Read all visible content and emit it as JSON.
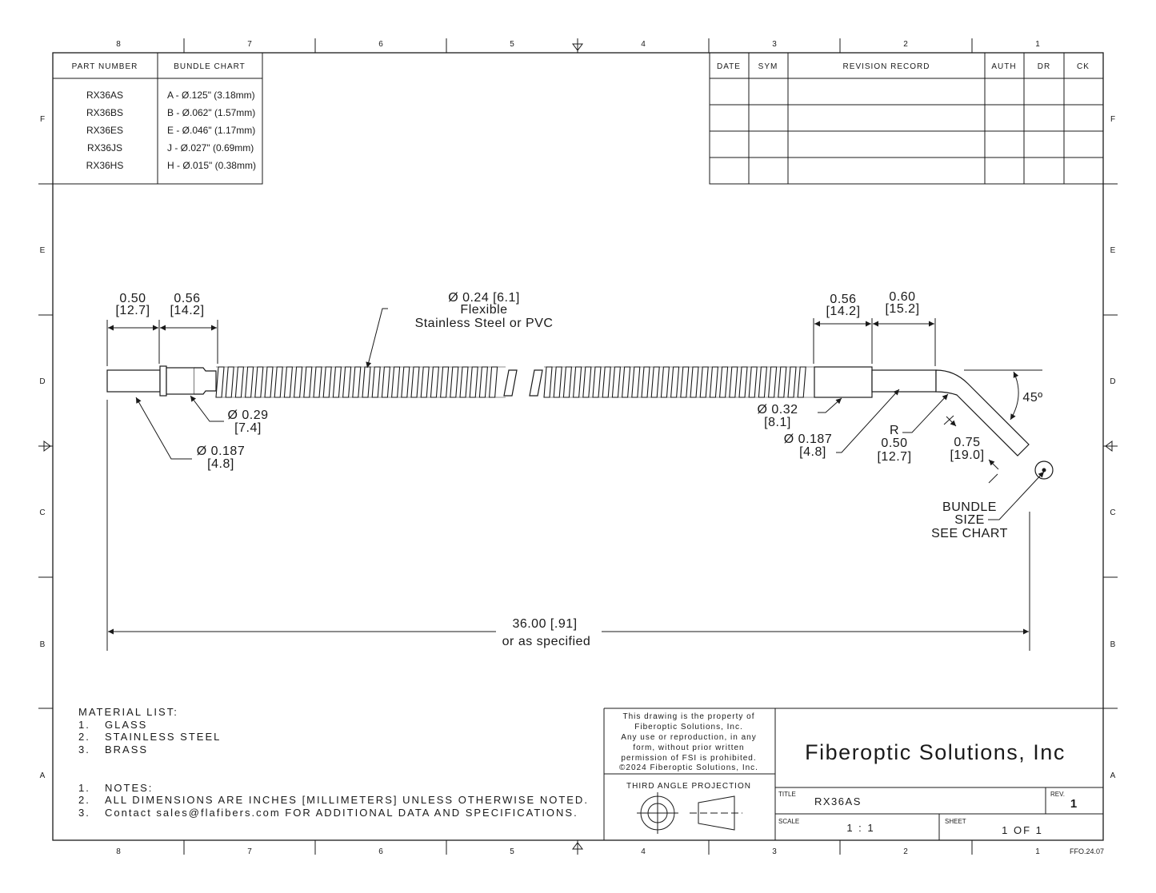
{
  "zones": {
    "columns": [
      "8",
      "7",
      "6",
      "5",
      "4",
      "3",
      "2",
      "1"
    ],
    "rows": [
      "F",
      "E",
      "D",
      "C",
      "B",
      "A"
    ]
  },
  "part_table": {
    "headers": [
      "PART NUMBER",
      "BUNDLE CHART"
    ],
    "rows": [
      [
        "RX36AS",
        "A - Ø.125\" (3.18mm)"
      ],
      [
        "RX36BS",
        "B - Ø.062\" (1.57mm)"
      ],
      [
        "RX36ES",
        "E - Ø.046\" (1.17mm)"
      ],
      [
        "RX36JS",
        "J  - Ø.027\" (0.69mm)"
      ],
      [
        "RX36HS",
        "H - Ø.015\" (0.38mm)"
      ]
    ]
  },
  "revision_table": {
    "headers": [
      "DATE",
      "SYM",
      "REVISION RECORD",
      "AUTH",
      "DR",
      "CK"
    ]
  },
  "dims": {
    "d1_in": "0.50",
    "d1_mm": "[12.7]",
    "d2_in": "0.56",
    "d2_mm": "[14.2]",
    "tube_1": "Ø 0.24 [6.1]",
    "tube_2": "Flexible",
    "tube_3": "Stainless Steel or PVC",
    "d3_in": "0.56",
    "d3_mm": "[14.2]",
    "d4_in": "0.60",
    "d4_mm": "[15.2]",
    "dia029_in": "Ø 0.29",
    "dia029_mm": "[7.4]",
    "dia0187a_in": "Ø 0.187",
    "dia0187a_mm": "[4.8]",
    "dia032_in": "Ø 0.32",
    "dia032_mm": "[8.1]",
    "dia0187b_in": "Ø 0.187",
    "dia0187b_mm": "[4.8]",
    "r_label": "R",
    "r_in": "0.50",
    "r_mm": "[12.7]",
    "tip_in": "0.75",
    "tip_mm": "[19.0]",
    "angle": "45º",
    "bundle_1": "BUNDLE",
    "bundle_2": "SIZE",
    "bundle_3": "SEE CHART",
    "length_1": "36.00 [.91]",
    "length_2": "or as specified"
  },
  "materials": {
    "title": "MATERIAL LIST:",
    "items": [
      {
        "num": "1.",
        "text": "GLASS"
      },
      {
        "num": "2.",
        "text": "STAINLESS STEEL"
      },
      {
        "num": "3.",
        "text": "BRASS"
      }
    ]
  },
  "notes": {
    "items": [
      {
        "num": "1.",
        "text": "NOTES:"
      },
      {
        "num": "2.",
        "text": "ALL DIMENSIONS ARE INCHES [MILLIMETERS] UNLESS OTHERWISE NOTED."
      },
      {
        "num": "3.",
        "text": "Contact sales@flafibers.com FOR ADDITIONAL DATA AND SPECIFICATIONS."
      }
    ]
  },
  "title_block": {
    "property_lines": [
      "This drawing is the property of",
      "Fiberoptic Solutions, Inc.",
      "Any use or reproduction, in any",
      "form, without prior written",
      "permission of FSI is prohibited.",
      "©2024 Fiberoptic Solutions, Inc."
    ],
    "projection": "THIRD ANGLE PROJECTION",
    "company": "Fiberoptic Solutions, Inc",
    "title_label": "TITLE",
    "title_value": "RX36AS",
    "rev_label": "REV.",
    "rev_value": "1",
    "scale_label": "SCALE",
    "scale_value": "1 : 1",
    "sheet_label": "SHEET",
    "sheet_value": "1  OF 1",
    "form_code": "FFO.24.07"
  }
}
